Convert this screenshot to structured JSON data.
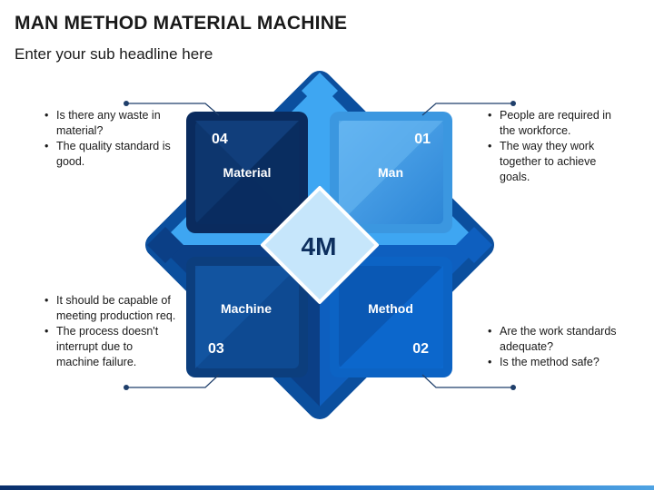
{
  "title": "MAN METHOD MATERIAL MACHINE",
  "subtitle": "Enter your sub headline here",
  "center_label": "4M",
  "quadrants": {
    "material": {
      "number": "04",
      "label": "Material"
    },
    "man": {
      "number": "01",
      "label": "Man"
    },
    "machine": {
      "number": "03",
      "label": "Machine"
    },
    "method": {
      "number": "02",
      "label": "Method"
    }
  },
  "bullets": {
    "material": [
      "Is there any waste in material?",
      "The quality standard is good."
    ],
    "man": [
      "People are required in the workforce.",
      "The way they work together to achieve goals."
    ],
    "machine": [
      "It should be capable of meeting production req.",
      "The process doesn't interrupt due to machine failure."
    ],
    "method": [
      "Are the work standards adequate?",
      "Is the method safe?"
    ]
  },
  "colors": {
    "diamond_top": "#3ea6f2",
    "diamond_left": "#0b3f86",
    "diamond_right": "#0e5fbf",
    "diamond_bottom": "#0b4f9e",
    "material_box": "#0a2b5e",
    "man_box": "#3b97e0",
    "machine_box": "#0c3e7d",
    "method_box": "#0c63c4",
    "center": "#c6e6fb",
    "center_border": "#ffffff",
    "connector": "#1f3f6b",
    "text": "#1a1a1a"
  }
}
